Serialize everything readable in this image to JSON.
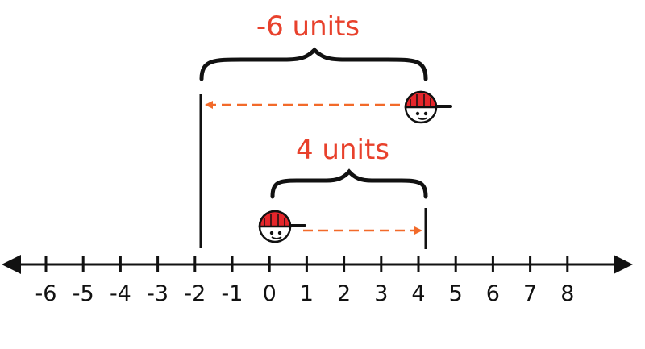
{
  "number_line": {
    "ticks": [
      "-6",
      "-5",
      "-4",
      "-3",
      "-2",
      "-1",
      "0",
      "1",
      "2",
      "3",
      "4",
      "5",
      "6",
      "7",
      "8"
    ]
  },
  "top_move": {
    "label": "-6 units",
    "from": 4,
    "to": -2
  },
  "bottom_move": {
    "label": "4 units",
    "from": 0,
    "to": 4
  },
  "colors": {
    "arrow": "#f26a2a",
    "label": "#e8412c",
    "cap": "#e5262b",
    "line": "#111111"
  },
  "icons": [
    "kid-face-icon"
  ]
}
